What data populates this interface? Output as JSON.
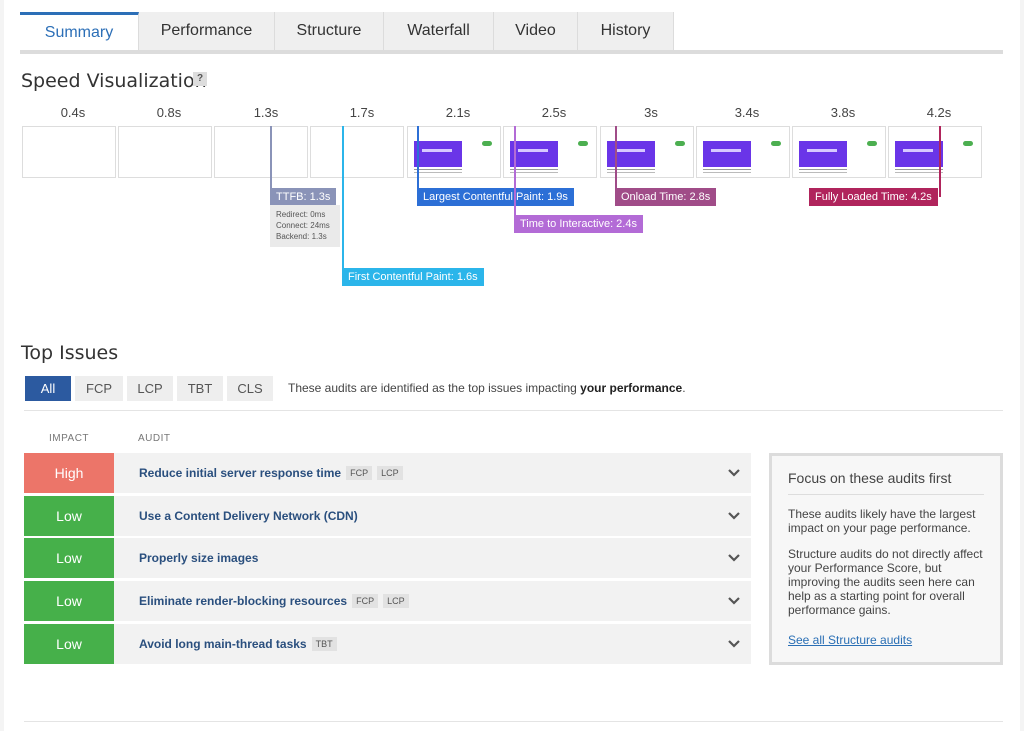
{
  "tabs": [
    "Summary",
    "Performance",
    "Structure",
    "Waterfall",
    "Video",
    "History"
  ],
  "speed": {
    "title": "Speed Visualization",
    "help": "?",
    "times": [
      "0.4s",
      "0.8s",
      "1.3s",
      "1.7s",
      "2.1s",
      "2.5s",
      "3s",
      "3.4s",
      "3.8s",
      "4.2s"
    ],
    "markers": {
      "ttfb": "TTFB: 1.3s",
      "ttfb_redirect": "Redirect: 0ms",
      "ttfb_connect": "Connect: 24ms",
      "ttfb_backend": "Backend: 1.3s",
      "fcp": "First Contentful Paint: 1.6s",
      "lcp": "Largest Contentful Paint: 1.9s",
      "tti": "Time to Interactive: 2.4s",
      "onload": "Onload Time: 2.8s",
      "fully": "Fully Loaded Time: 4.2s"
    },
    "colors": {
      "ttfb": "#8a93b8",
      "fcp": "#2bb5ea",
      "lcp": "#2c6fd6",
      "tti": "#b36bd6",
      "onload": "#a04c88",
      "fully": "#b0245c"
    }
  },
  "issues": {
    "title": "Top Issues",
    "filters": [
      "All",
      "FCP",
      "LCP",
      "TBT",
      "CLS"
    ],
    "description_prefix": "These audits are identified as the top issues impacting ",
    "description_bold": "your performance",
    "description_suffix": ".",
    "col_impact": "IMPACT",
    "col_audit": "AUDIT",
    "rows": [
      {
        "impact": "High",
        "title": "Reduce initial server response time",
        "tags": [
          "FCP",
          "LCP"
        ]
      },
      {
        "impact": "Low",
        "title": "Use a Content Delivery Network (CDN)",
        "tags": []
      },
      {
        "impact": "Low",
        "title": "Properly size images",
        "tags": []
      },
      {
        "impact": "Low",
        "title": "Eliminate render-blocking resources",
        "tags": [
          "FCP",
          "LCP"
        ]
      },
      {
        "impact": "Low",
        "title": "Avoid long main-thread tasks",
        "tags": [
          "TBT"
        ]
      }
    ],
    "impact_colors": {
      "High": "#ec7569",
      "Low": "#46b04a"
    }
  },
  "focus": {
    "title": "Focus on these audits first",
    "p1": "These audits likely have the largest impact on your page performance.",
    "p2": "Structure audits do not directly affect your Performance Score, but improving the audits seen here can help as a starting point for overall performance gains.",
    "link": "See all Structure audits"
  }
}
